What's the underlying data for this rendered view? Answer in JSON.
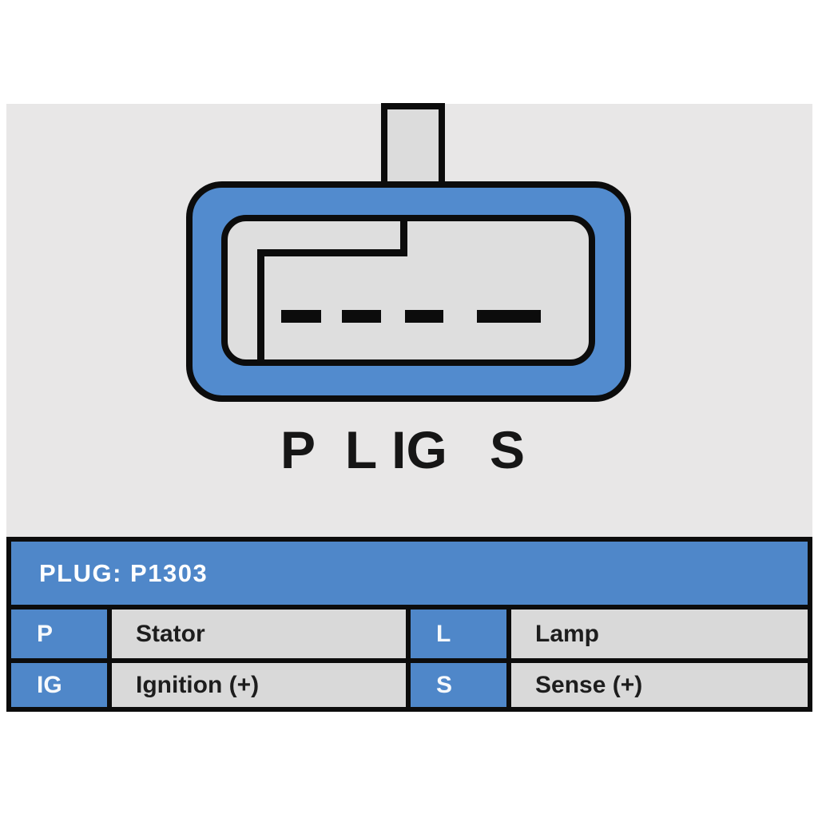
{
  "colors": {
    "connector_blue": "#528bce",
    "table_blue": "#4f87c9",
    "panel_gray": "#e8e7e7",
    "connector_face_gray": "#dedede",
    "table_cell_gray": "#d9d9d9",
    "line_black": "#0c0c0c"
  },
  "diagram": {
    "pin_labels": {
      "p": "P",
      "l": "L",
      "ig": "IG",
      "s": "S"
    },
    "pin_slot_count": 4
  },
  "table": {
    "title": "PLUG: P1303",
    "rows": [
      {
        "cells": [
          {
            "pin": "P",
            "desc": "Stator"
          },
          {
            "pin": "L",
            "desc": "Lamp"
          }
        ]
      },
      {
        "cells": [
          {
            "pin": "IG",
            "desc": "Ignition (+)"
          },
          {
            "pin": "S",
            "desc": "Sense (+)"
          }
        ]
      }
    ]
  }
}
